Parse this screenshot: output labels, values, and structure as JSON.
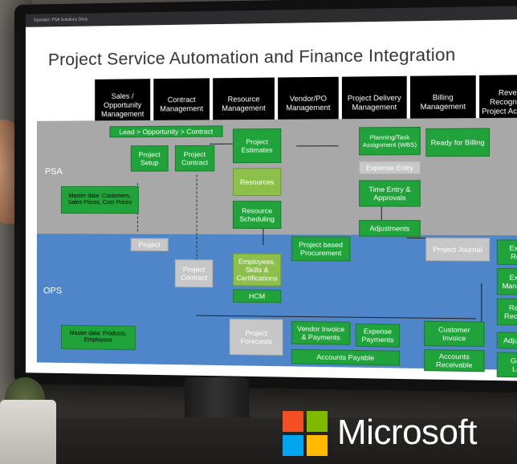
{
  "titlebar_text": "Operator: PSA Solutions Deck",
  "slide": {
    "title": "Project Service Automation and Finance Integration",
    "headers": [
      "Sales / Opportunity Management",
      "Contract Management",
      "Resource Management",
      "Vendor/PO Management",
      "Project Delivery Management",
      "Billing Management",
      "Revenue Recognition & Project Accounting"
    ],
    "psa_label": "PSA",
    "ops_label": "OPS",
    "psa_boxes": {
      "lead": "Lead > Opportunity > Contract",
      "project_setup": "Project Setup",
      "project_contract": "Project Contract",
      "project_estimates": "Project Estimates",
      "resources": "Resources",
      "resource_scheduling": "Resource Scheduling",
      "planning": "Planning/Task Assignment (WBS)",
      "expense_entry": "Expense Entry",
      "time_entry": "Time Entry & Approvals",
      "ready_for_billing": "Ready for Billing",
      "adjustments": "Adjustments",
      "master_data": "Master data: Customers, Sales Prices, Cost Prices"
    },
    "ops_boxes": {
      "project": "Project",
      "project_contract": "Project Contract",
      "employees": "Employees, Skills & Certifications",
      "hcm": "HCM",
      "project_based_procurement": "Project based Procurement",
      "project_journal": "Project Journal",
      "expense_reports": "Expense Reports",
      "expense_management": "Expense Management",
      "revenue_recognition": "Revenue Recognition",
      "project_forecasts": "Project Forecasts",
      "vendor_invoice": "Vendor Invoice & Payments",
      "expense_payments": "Expense Payments",
      "accounts_payable": "Accounts Payable",
      "customer_invoice": "Customer Invoice",
      "accounts_receivable": "Accounts Receivable",
      "adjustments": "Adjustments",
      "general_ledger": "General Ledger",
      "master_data": "Master data: Products, Employees"
    }
  },
  "brand": {
    "name": "Microsoft",
    "colors": [
      "#f25022",
      "#7fba00",
      "#00a4ef",
      "#ffb900"
    ]
  }
}
